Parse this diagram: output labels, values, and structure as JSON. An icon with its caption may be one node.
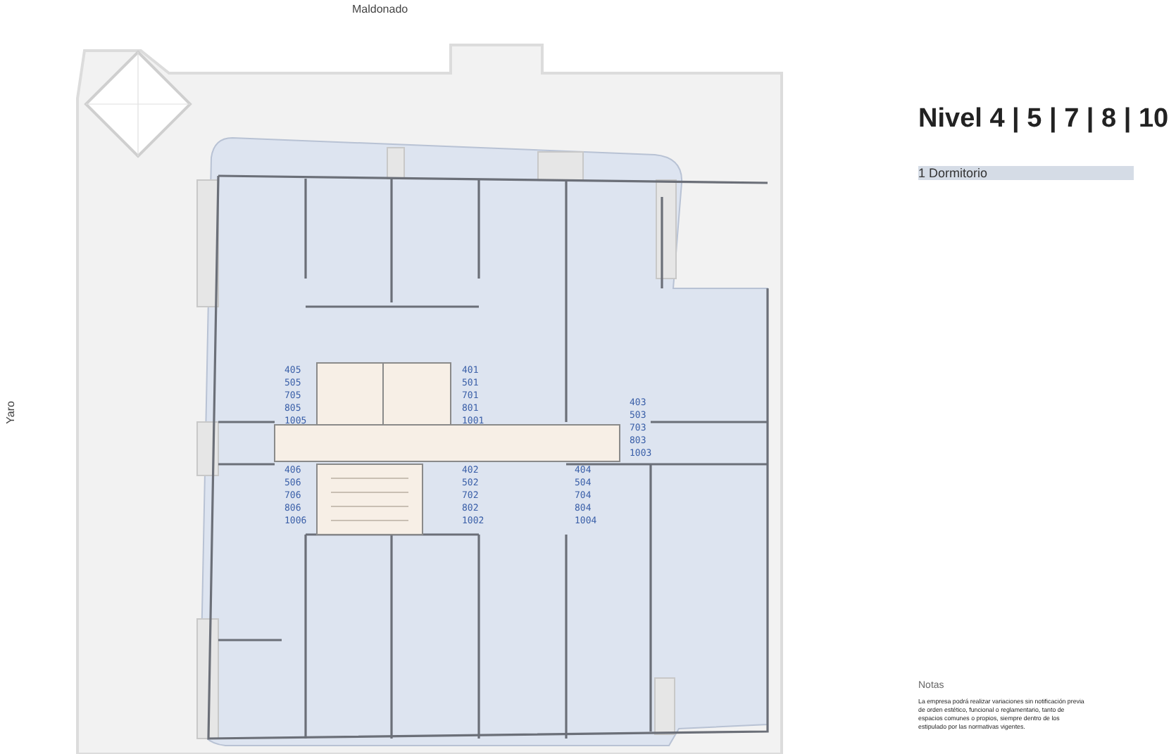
{
  "diagram": {
    "title": "Nivel 4 | 5 | 7 | 8 | 10",
    "labels": [
      "Maldonado",
      "Yaro",
      "1 Dormitorio",
      "405 505 705 805 1005",
      "401 501 701 801 1001",
      "403 503 703 803 1003",
      "406 506 706 806 1006",
      "402 502 702 802 1002",
      "404 504 704 804 1004",
      "Notas",
      "La empresa podrá realizar variaciones sin notificación previa de orden estético, funcional o reglamentario, tanto de espacios comunes o propios, siempre dentro de los estipulado por las normativas vigentes."
    ]
  }
}
